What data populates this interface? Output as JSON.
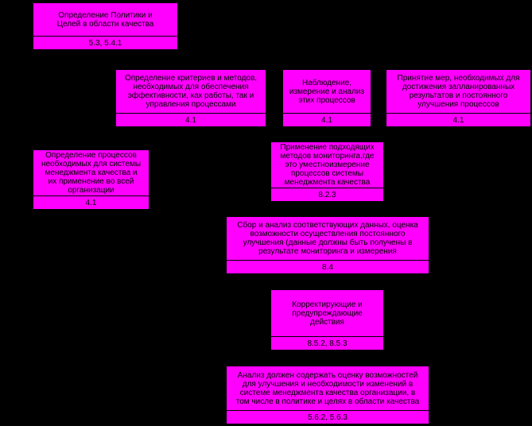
{
  "nodes": [
    {
      "id": "n1",
      "text": "Определение Политики и\nЦелей в области качества",
      "ref": "5.3, 5.4.1"
    },
    {
      "id": "n2",
      "text": "Определение критериев и методов,\nнеобходимых для обеспечения\nэффективности, как работы, так и\nуправления процессами",
      "ref": "4.1"
    },
    {
      "id": "n3",
      "text": "Наблюдение,\nизмерение и анализ\nэтих процессов",
      "ref": "4.1"
    },
    {
      "id": "n4",
      "text": "Принятие мер, необходимых для\nдостижения запланированных\nрезультатов и постоянного\nулучшения процессов",
      "ref": "4.1"
    },
    {
      "id": "n5",
      "text": "Определение процессов\nнеобходимых для системы\nменеджмента качества и\nих применение во всей\nорганизации",
      "ref": "4.1"
    },
    {
      "id": "n6",
      "text": "Применение подходящих\nметодов мониторинга,где\nэто уместноизмерение\nпроцессов системы\nменеджмента качества",
      "ref": "8.2.3"
    },
    {
      "id": "n7",
      "text": "Сбор и анализ соответствующих данных, оценка\nвозможности осуществления постоянного\nулучшения (данные должны быть получены в\nрезультате мониторинга и измерения",
      "ref": "8.4"
    },
    {
      "id": "n8",
      "text": "Корректирующие и\nпредупреждающие\nдействия",
      "ref": "8.5.2, 8.5.3"
    },
    {
      "id": "n9",
      "text": "Анализ должен содержать оценку возможностей\nдля улучшения и необходимости изменений в\nсистеме менеджмента качества организации, в\nтом числе в политике и целях в области качества",
      "ref": "5.6.2, 5.6.3"
    }
  ]
}
